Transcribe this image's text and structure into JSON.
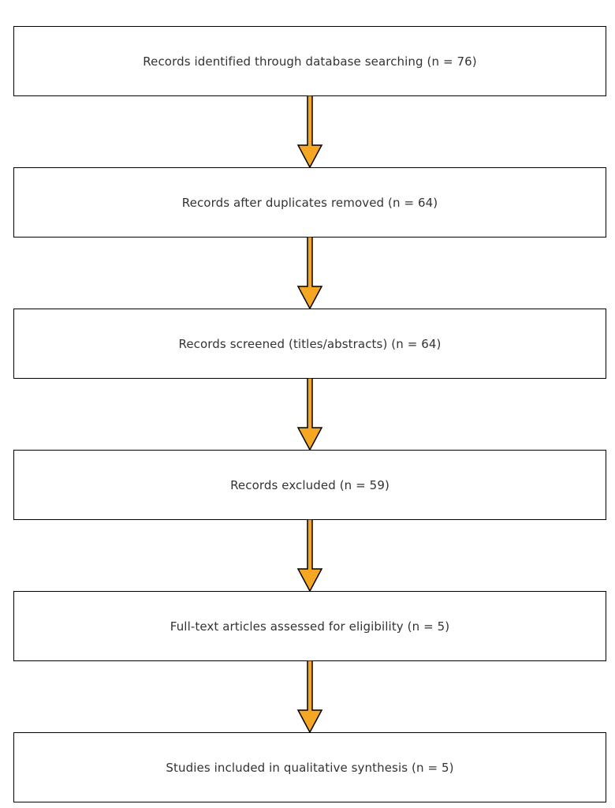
{
  "flow": {
    "steps": [
      {
        "label": "Records identified through database searching (n = 76)"
      },
      {
        "label": "Records after duplicates removed (n = 64)"
      },
      {
        "label": "Records screened (titles/abstracts) (n = 64)"
      },
      {
        "label": "Records excluded (n = 59)"
      },
      {
        "label": "Full-text articles assessed for eligibility (n = 5)"
      },
      {
        "label": "Studies included in qualitative synthesis (n = 5)"
      }
    ],
    "arrow_color": "#F5A623",
    "arrow_outline": "#000000",
    "box_border": "#000000",
    "text_color": "#333333"
  }
}
